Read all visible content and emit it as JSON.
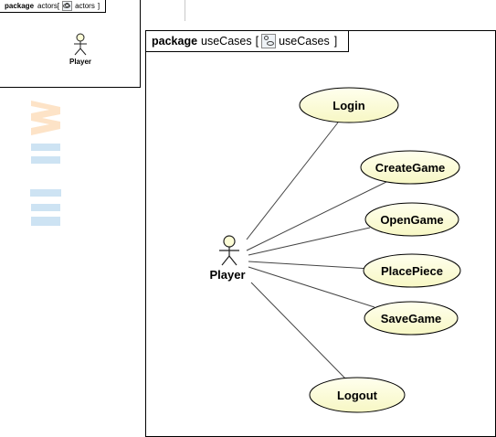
{
  "actors_package": {
    "keyword": "package",
    "name": "actors",
    "bracket_open": "[",
    "icon": "use-case-diagram-icon",
    "diagram_name": "actors",
    "bracket_close": "]",
    "actor_label": "Player"
  },
  "usecases_package": {
    "keyword": "package",
    "name": "useCases",
    "bracket_open": "[",
    "icon": "use-case-diagram-icon",
    "diagram_name": "useCases",
    "bracket_close": "]",
    "actor_label": "Player",
    "use_cases": [
      {
        "label": "Login"
      },
      {
        "label": "CreateGame"
      },
      {
        "label": "OpenGame"
      },
      {
        "label": "PlacePiece"
      },
      {
        "label": "SaveGame"
      },
      {
        "label": "Logout"
      }
    ]
  },
  "colors": {
    "use_case_fill": "#fdfdd6",
    "use_case_fill_light": "#ffffee",
    "border": "#000000",
    "watermark": "#cde3f3",
    "watermark_accent": "#fde3c7"
  }
}
